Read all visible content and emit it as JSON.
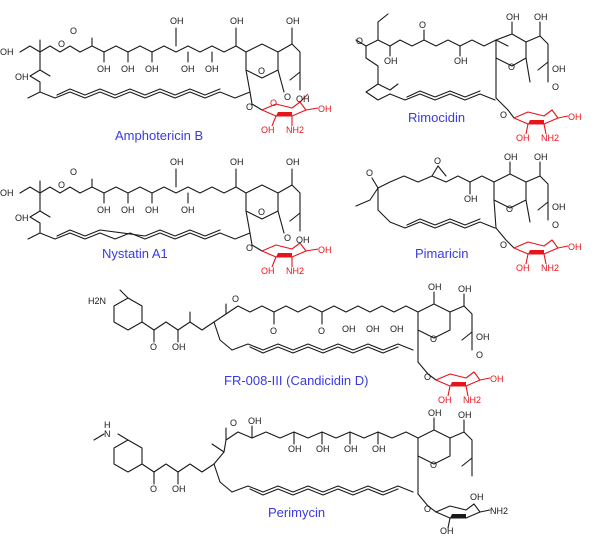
{
  "colors": {
    "bond": "#1a1a1a",
    "sugar": "#e8141b",
    "label": "#3a3ae0",
    "background": "#ffffff"
  },
  "molecules": [
    {
      "name": "Amphotericin B",
      "atoms": {
        "OH": "OH",
        "O": "O",
        "NH2": "NH2"
      }
    },
    {
      "name": "Rimocidin",
      "atoms": {
        "OH": "OH",
        "O": "O",
        "NH2": "NH2"
      }
    },
    {
      "name": "Nystatin A1",
      "atoms": {
        "OH": "OH",
        "O": "O",
        "NH2": "NH2"
      }
    },
    {
      "name": "Pimaricin",
      "atoms": {
        "OH": "OH",
        "O": "O",
        "NH2": "NH2"
      }
    },
    {
      "name": "FR-008-III (Candicidin D)",
      "atoms": {
        "OH": "OH",
        "O": "O",
        "NH2": "NH2",
        "H2N": "H2N"
      }
    },
    {
      "name": "Perimycin",
      "atoms": {
        "OH": "OH",
        "O": "O",
        "NH2": "NH2",
        "NMe": "N",
        "H": "H"
      }
    }
  ]
}
